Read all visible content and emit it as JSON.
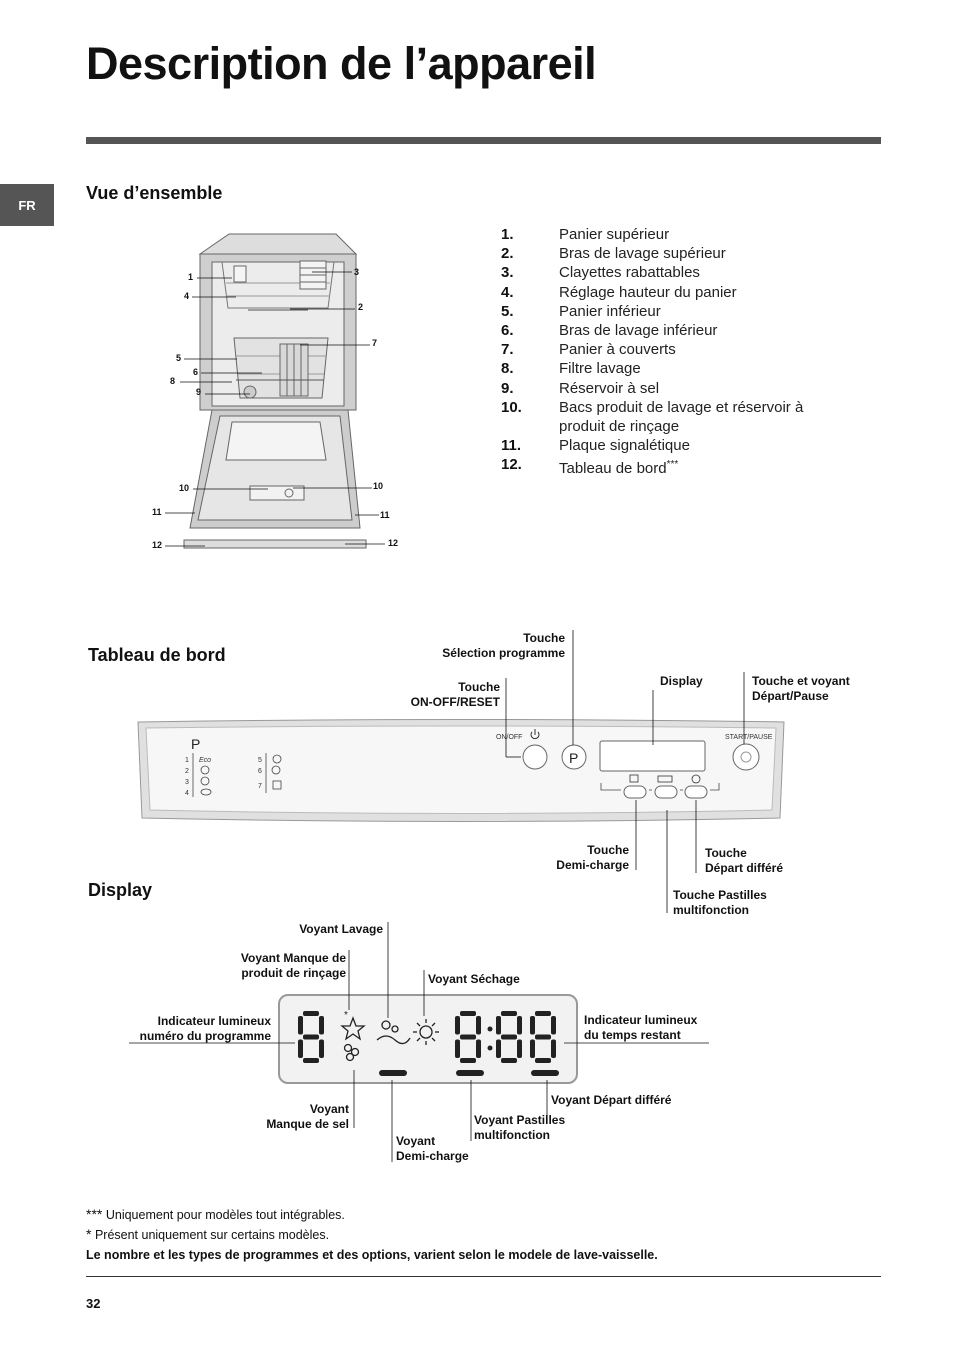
{
  "page": {
    "title": "Description de l’appareil",
    "lang_tab": "FR",
    "page_number": "32"
  },
  "overview": {
    "heading": "Vue d’ensemble",
    "callout_numbers": [
      "1",
      "2",
      "3",
      "4",
      "5",
      "6",
      "7",
      "8",
      "9",
      "10",
      "11",
      "12"
    ],
    "parts": [
      {
        "num": "1.",
        "label": "Panier supérieur"
      },
      {
        "num": "2.",
        "label": "Bras de lavage supérieur"
      },
      {
        "num": "3.",
        "label": "Clayettes rabattables"
      },
      {
        "num": "4.",
        "label": "Réglage hauteur du panier"
      },
      {
        "num": "5.",
        "label": "Panier inférieur"
      },
      {
        "num": "6.",
        "label": "Bras de lavage inférieur"
      },
      {
        "num": "7.",
        "label": "Panier à couverts"
      },
      {
        "num": "8.",
        "label": "Filtre lavage"
      },
      {
        "num": "9.",
        "label": "Réservoir à sel"
      },
      {
        "num": "10.",
        "label": "Bacs produit de lavage et réservoir à produit de rinçage"
      },
      {
        "num": "11.",
        "label": "Plaque signalétique"
      },
      {
        "num": "12.",
        "label": "Tableau de bord"
      }
    ],
    "part12_mark": "***"
  },
  "control_panel": {
    "heading": "Tableau de bord",
    "labels": {
      "program_select": [
        "Touche",
        "Sélection programme"
      ],
      "on_off": [
        "Touche",
        "ON-OFF/RESET"
      ],
      "display": "Display",
      "start_pause": [
        "Touche et voyant",
        "Départ/Pause"
      ],
      "half_load": [
        "Touche",
        "Demi-charge"
      ],
      "delay": [
        "Touche",
        "Départ différé"
      ],
      "tablets": [
        "Touche Pastilles",
        "multifonction"
      ]
    },
    "panel_text": {
      "p": "P",
      "on_off": "ON/OFF",
      "start_pause": "START/PAUSE",
      "programs_left": [
        "1",
        "2",
        "3",
        "4"
      ],
      "programs_right": [
        "5",
        "6",
        "7"
      ],
      "eco": "Eco"
    }
  },
  "display_section": {
    "heading": "Display",
    "labels": {
      "wash": "Voyant Lavage",
      "rinse_aid": [
        "Voyant Manque de",
        "produit de rinçage"
      ],
      "drying": "Voyant Séchage",
      "program_number": [
        "Indicateur lumineux",
        "numéro du programme"
      ],
      "time_remaining": [
        "Indicateur lumineux",
        "du temps restant"
      ],
      "salt": [
        "Voyant",
        "Manque de sel"
      ],
      "half_load": [
        "Voyant",
        "Demi-charge"
      ],
      "tablets": [
        "Voyant Pastilles",
        "multifonction"
      ],
      "delay": "Voyant Départ différé"
    }
  },
  "footnotes": {
    "triple_mark": "***",
    "note1": "Uniquement pour modèles tout intégrables.",
    "single_mark": "*",
    "note2": "Présent uniquement sur certains modèles.",
    "note3": "Le nombre et les types de programmes et des options, varient selon le modele de lave-vaisselle."
  }
}
